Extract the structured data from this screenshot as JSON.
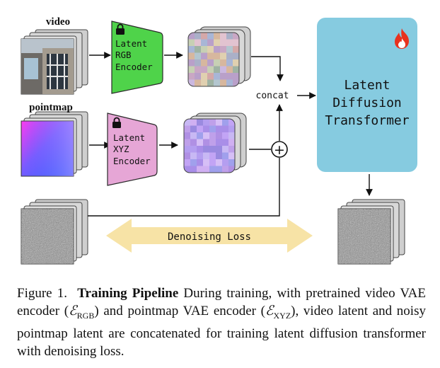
{
  "labels": {
    "video": "video",
    "pointmap": "pointmap",
    "concat": "concat",
    "plus": "+",
    "denoising_loss": "Denoising Loss"
  },
  "rgb_encoder": {
    "line1": "Latent",
    "line2": "RGB",
    "line3": "Encoder",
    "color": "#4fd34a"
  },
  "xyz_encoder": {
    "line1": "Latent",
    "line2": "XYZ",
    "line3": "Encoder",
    "color": "#e6a6d6"
  },
  "transformer": {
    "line1": "Latent",
    "line2": "Diffusion",
    "line3": "Transformer",
    "color": "#86cbe0"
  },
  "icons": {
    "encoder_lock": "lock-icon",
    "transformer_badge": "fire-icon"
  },
  "caption": {
    "figure": "Figure 1.",
    "title": "Training Pipeline",
    "p1": " During training, with pretrained video VAE encoder (",
    "rgb_sym": "ℰ",
    "rgb_sub": "RGB",
    "p2": ") and pointmap VAE encoder (",
    "xyz_sym": "ℰ",
    "xyz_sub": "XYZ",
    "p3": "), video latent and noisy pointmap latent are concatenated for training latent diffusion transformer with denoising loss."
  }
}
